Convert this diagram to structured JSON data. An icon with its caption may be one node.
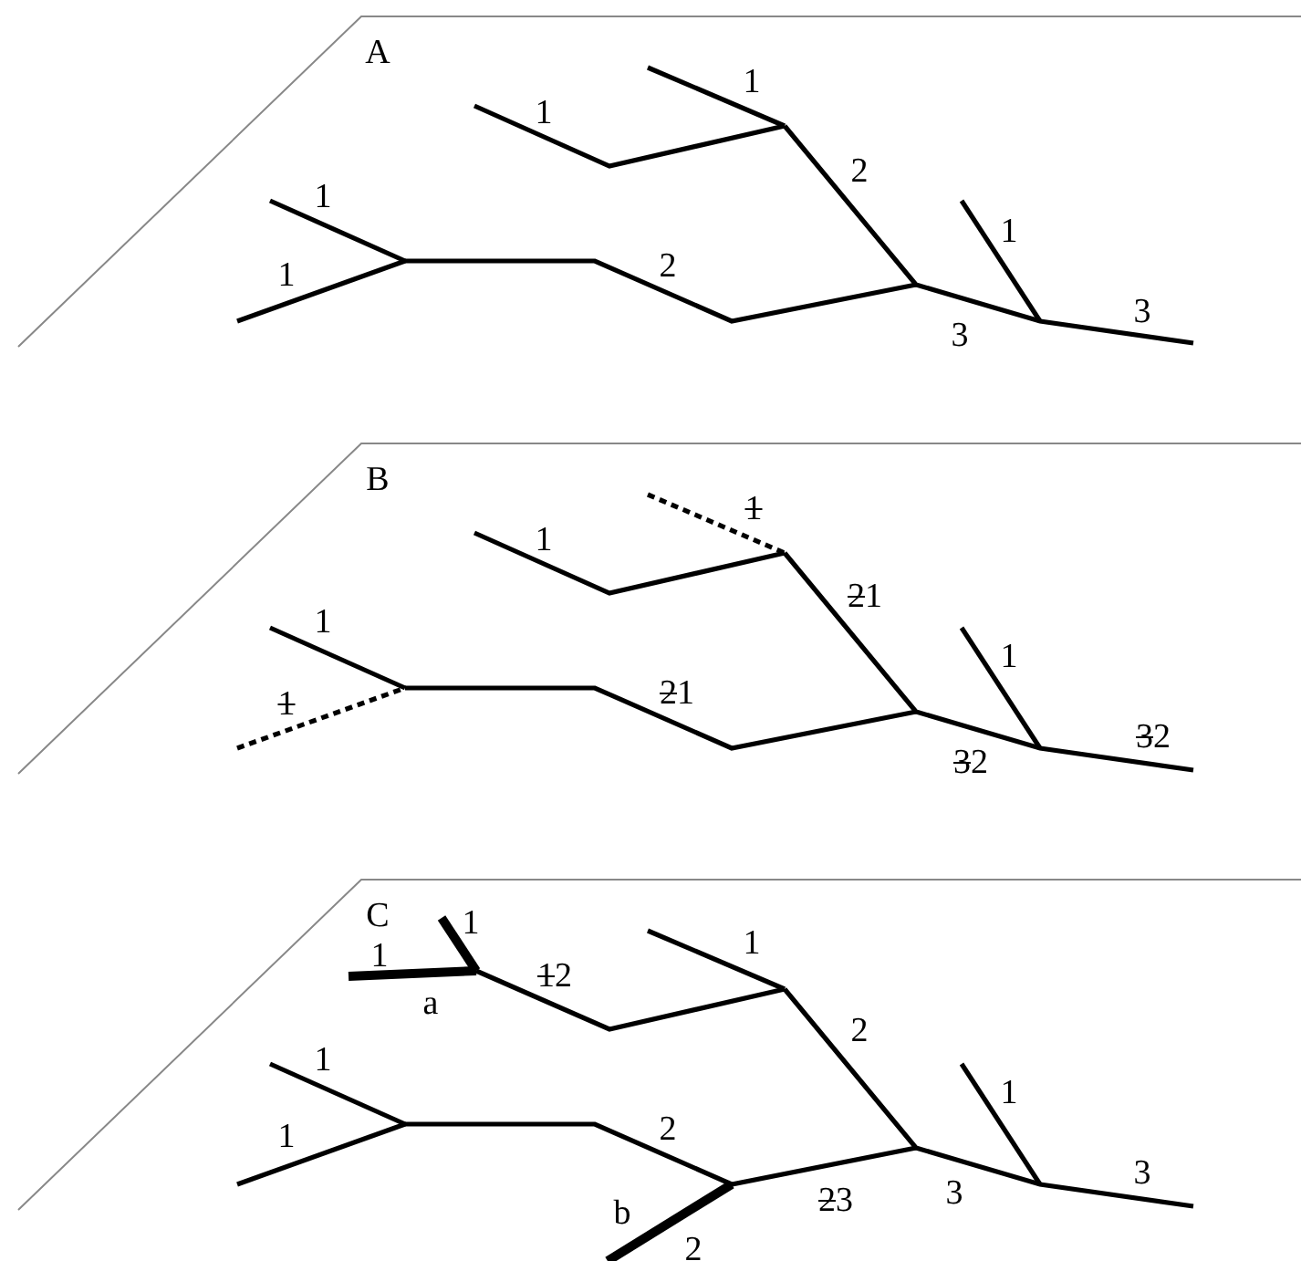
{
  "diagram": {
    "labels": [
      "A",
      "1",
      "1",
      "2",
      "1",
      "1",
      "2",
      "1",
      "3",
      "3",
      "B",
      "1",
      "1",
      "21",
      "1",
      "1",
      "21",
      "1",
      "32",
      "32",
      "C",
      "1",
      "1",
      "1",
      "12",
      "a",
      "2",
      "1",
      "1",
      "2",
      "1",
      "3",
      "3",
      "23",
      "b",
      "2"
    ]
  }
}
